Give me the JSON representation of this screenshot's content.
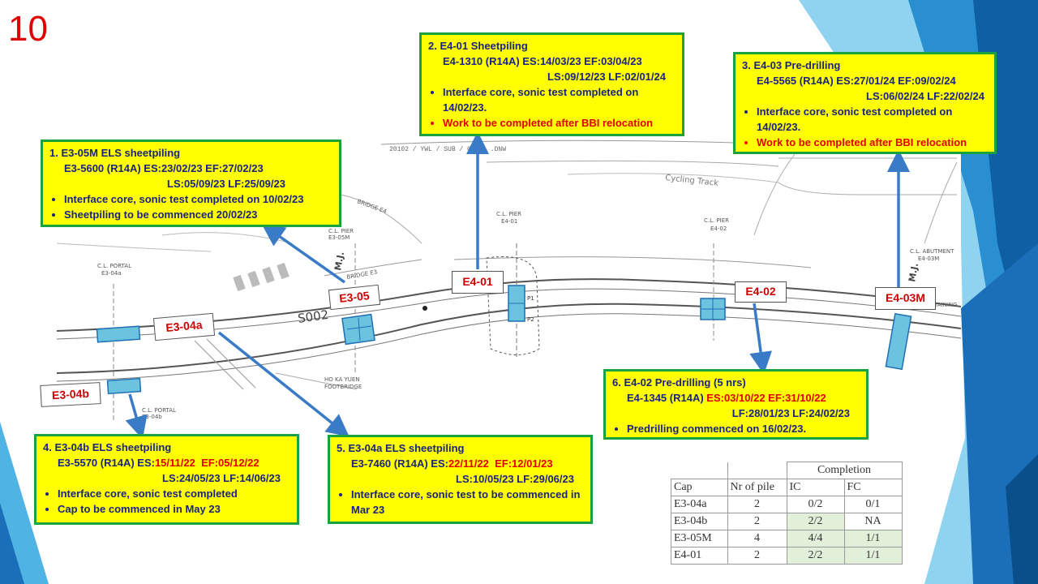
{
  "page_number": "10",
  "boxes": {
    "b1": {
      "title": "1. E3-05M ELS sheetpiling",
      "line1": "E3-5600 (R14A) ES:23/02/23  EF:27/02/23",
      "line2": "LS:05/09/23  LF:25/09/23",
      "bullets": [
        "Interface core, sonic test completed on 10/02/23",
        "Sheetpiling to be commenced 20/02/23"
      ]
    },
    "b2": {
      "title": "2. E4-01 Sheetpiling",
      "line1": "E4-1310 (R14A) ES:14/03/23  EF:03/04/23",
      "line2": "LS:09/12/23  LF:02/01/24",
      "bullet1": "Interface core, sonic test completed on 14/02/23.",
      "bullet2": "Work to be completed after BBI relocation"
    },
    "b3": {
      "title": "3. E4-03 Pre-drilling",
      "line1": "E4-5565 (R14A) ES:27/01/24  EF:09/02/24",
      "line2": "LS:06/02/24  LF:22/02/24",
      "bullet1": "Interface core, sonic test completed on 14/02/23.",
      "bullet2": "Work to be completed after BBI relocation"
    },
    "b4": {
      "title": "4. E3-04b ELS sheetpiling",
      "line1_prefix": "E3-5570 (R14A) ES:",
      "line1_es": "15/11/22",
      "line1_ef": "EF:05/12/22",
      "line2": "LS:24/05/23  LF:14/06/23",
      "bullets": [
        "Interface core, sonic test completed",
        "Cap to be commenced  in May 23"
      ]
    },
    "b5": {
      "title": "5. E3-04a ELS sheetpiling",
      "line1_prefix": "E3-7460 (R14A) ES:",
      "line1_es": "22/11/22",
      "line1_ef": "EF:12/01/23",
      "line2": "LS:10/05/23  LF:29/06/23",
      "bullet1": "Interface core, sonic test to be commenced in Mar 23"
    },
    "b6": {
      "title": "6. E4-02 Pre-drilling (5 nrs)",
      "line1_prefix": "E4-1345 (R14A)",
      "line1_dates": "ES:03/10/22  EF:31/10/22",
      "line2": "LF:28/01/23  LF:24/02/23",
      "bullet1": "Predrilling commenced on 16/02/23."
    }
  },
  "labels": {
    "e3_05": "E3-05",
    "e3_04a": "E3-04a",
    "e3_04b": "E3-04b",
    "e4_01": "E4-01",
    "e4_02": "E4-02",
    "e4_03m": "E4-03M"
  },
  "drawing_text": {
    "cycling_track": "Cycling Track",
    "cl_pier_e3_05m": "C.L. PIER",
    "cl_pier_e3_05m_2": "E3-05M",
    "cl_portal_e3_04a": "C.L. PORTAL",
    "cl_portal_e3_04a_2": "E3-04a",
    "cl_portal_e3_04b": "C.L. PORTAL",
    "cl_portal_e3_04b_2": "E3-04b",
    "cl_pier_e4_01": "C.L. PIER",
    "cl_pier_e4_01_2": "E4-01",
    "cl_pier_e4_02": "C.L. PIER",
    "cl_pier_e4_02_2": "E4-02",
    "cl_abutment": "C.L. ABUTMENT",
    "cl_abutment_2": "E4-03M",
    "footbridge": "HO KA YUEN",
    "footbridge_2": "FOOTBRIDGE",
    "bridge_e3": "BRIDGE E3",
    "bridge_e3_2": "BRIDGE E4",
    "mj1": "M.J.",
    "mj2": "M.J.",
    "s002": "S002",
    "taining": "TAINING",
    "p1": "P1",
    "p2": "P2",
    "drawing_ref": "20102 / YWL / SUB / 05121 .DNW"
  },
  "table": {
    "completion_header": "Completion",
    "headers": [
      "Cap",
      "Nr of pile",
      "IC",
      "FC"
    ],
    "rows": [
      [
        "E3-04a",
        "2",
        "0/2",
        "0/1"
      ],
      [
        "E3-04b",
        "2",
        "2/2",
        "NA"
      ],
      [
        "E3-05M",
        "4",
        "4/4",
        "1/1"
      ],
      [
        "E4-01",
        "2",
        "2/2",
        "1/1"
      ]
    ]
  },
  "colors": {
    "box_fill": "#ffff00",
    "box_border": "#1aa33c",
    "box_text": "#1a237e",
    "alert_text": "#e00000",
    "arrow": "#3a7bc8",
    "pile_cap": "#6cc3e0",
    "accent_blue": "#1f6fb4"
  }
}
